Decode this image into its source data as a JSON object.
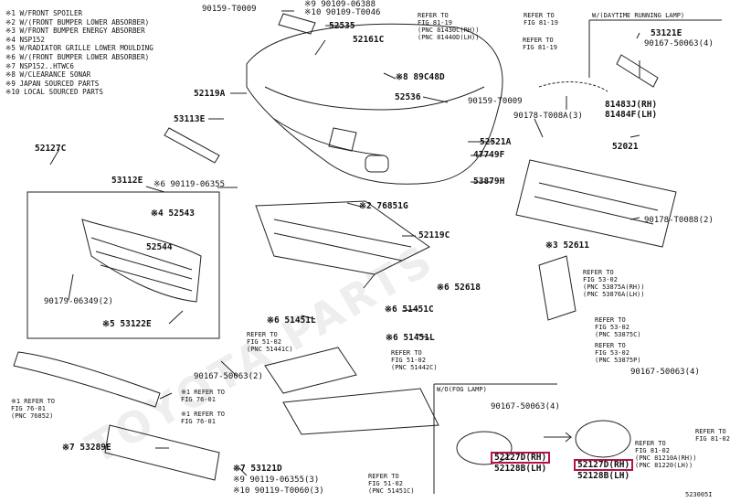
{
  "legend": [
    "※1 W/FRONT SPOILER",
    "※2 W/(FRONT BUMPER LOWER ABSORBER)",
    "※3 W/FRONT BUMPER ENERGY ABSORBER",
    "※4 NSP152",
    "※5 W/RADIATOR GRILLE LOWER MOULDING",
    "※6 W/(FRONT BUMPER LOWER ABSORBER)",
    "※7 NSP152..HTWC6",
    "※8 W/CLEARANCE SONAR",
    "※9 JAPAN SOURCED PARTS",
    "※10 LOCAL SOURCED PARTS"
  ],
  "sections": {
    "drl": "W/(DAYTIME RUNNING LAMP)",
    "wo_fog": "W/O(FOG LAMP)"
  },
  "parts": {
    "p90159_t0009_top": "90159-T0009",
    "p90109_06388": "※9 90109-06388",
    "p90109_t0046": "※10 90109-T0046",
    "p52535": "52535",
    "p52161c": "52161C",
    "p52119a": "52119A",
    "p53113e": "53113E",
    "p89c48d": "※8 89C48D",
    "p52536": "52536",
    "p90159_t0009_mid": "90159-T0009",
    "p52521a": "52521A",
    "p47749f": "47749F",
    "p53879h": "53879H",
    "p52127c": "52127C",
    "p53112e": "53112E",
    "p90119_06355_top": "※6 90119-06355",
    "p76851g": "※2 76851G",
    "p52119c": "52119C",
    "p52543": "※4 52543",
    "p52544": "52544",
    "p52618": "※6 52618",
    "p90179_06349": "90179-06349(2)",
    "p53122e": "※5 53122E",
    "p51451c": "※6 51451C",
    "p51451l_left": "※6 51451L",
    "p51451l_right": "※6 51451L",
    "p90167_50063_2": "90167-50063(2)",
    "p53289e": "※7 53289E",
    "p53121d": "※7 53121D",
    "p90119_06355_3": "※9 90119-06355(3)",
    "p90119_t0060_3": "※10 90119-T0060(3)",
    "p53121e": "53121E",
    "p90167_50063_4_top": "90167-50063(4)",
    "p81483j": "81483J(RH)",
    "p81484f": "81484F(LH)",
    "p90178_t008a": "90178-T008A(3)",
    "p52021": "52021",
    "p90178_t0088": "90178-T0088(2)",
    "p52611": "※3 52611",
    "p90167_50063_4_bot": "90167-50063(4)",
    "p90167_50063_4_right": "90167-50063(4)",
    "p52127d_rh_a": "52127D(RH)",
    "p52128b_lh_a": "52128B(LH)",
    "p52127d_rh_b": "52127D(RH)",
    "p52128b_lh_b": "52128B(LH)"
  },
  "refs": {
    "fig8119_a": [
      "REFER TO",
      "FIG 81-19",
      "(PNC 81430C(RH))",
      "(PNC 81440D(LH))"
    ],
    "fig8119_b": [
      "REFER TO",
      "FIG 81-19"
    ],
    "fig5102_a": [
      "REFER TO",
      "FIG 51-02",
      "(PNC 51441C)"
    ],
    "fig5102_b": [
      "REFER TO",
      "FIG 51-02",
      "(PNC 51442C)"
    ],
    "fig5102_c": [
      "REFER TO",
      "FIG 51-02",
      "(PNC 51451C)"
    ],
    "fig5302_a": [
      "REFER TO",
      "FIG 53-02",
      "(PNC 53875A(RH))",
      "(PNC 53876A(LH))"
    ],
    "fig5302_b": [
      "REFER TO",
      "FIG 53-02",
      "(PNC 53875C)"
    ],
    "fig5302_c": [
      "REFER TO",
      "FIG 53-02",
      "(PNC 53875P)"
    ],
    "fig7601_a": [
      "※1 REFER TO",
      "FIG 76-01",
      "(PNC 76852)"
    ],
    "fig7601_b": [
      "※1 REFER TO",
      "FIG 76-01"
    ],
    "fig8102_a": [
      "REFER TO",
      "FIG 81-02"
    ],
    "fig8102_b": [
      "REFER TO",
      "FIG 81-02",
      "(PNC 81210A(RH))",
      "(PNC 81220(LH))"
    ]
  },
  "footer": "523005I"
}
